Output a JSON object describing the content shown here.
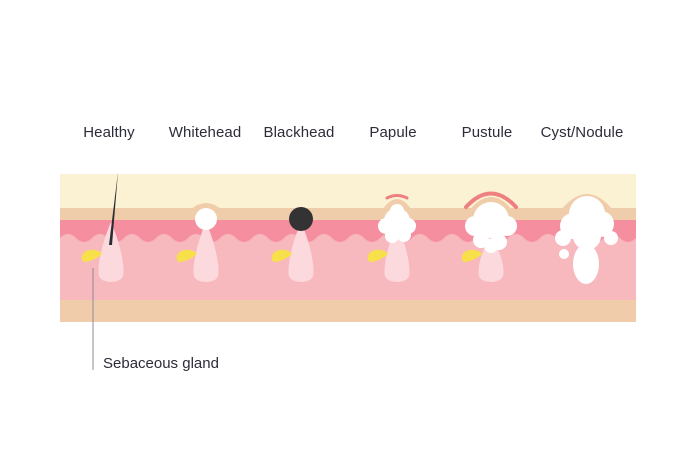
{
  "stages": [
    {
      "id": "healthy",
      "label": "Healthy"
    },
    {
      "id": "whitehead",
      "label": "Whitehead"
    },
    {
      "id": "blackhead",
      "label": "Blackhead"
    },
    {
      "id": "papule",
      "label": "Papule"
    },
    {
      "id": "pustule",
      "label": "Pustule"
    },
    {
      "id": "cyst",
      "label": "Cyst/Nodule"
    }
  ],
  "callout": {
    "label": "Sebaceous gland"
  },
  "colors": {
    "top_layer": "#fbf1d3",
    "skin_band": "#f0cdaa",
    "epidermis": "#f58fa0",
    "dermis": "#f7b8be",
    "base": "#f0ccaa",
    "follicle": "#fbd9dc",
    "gland": "#f7e04a",
    "hair": "#2b2b35",
    "blackhead": "#333333",
    "inflammation": "#ee8080"
  }
}
